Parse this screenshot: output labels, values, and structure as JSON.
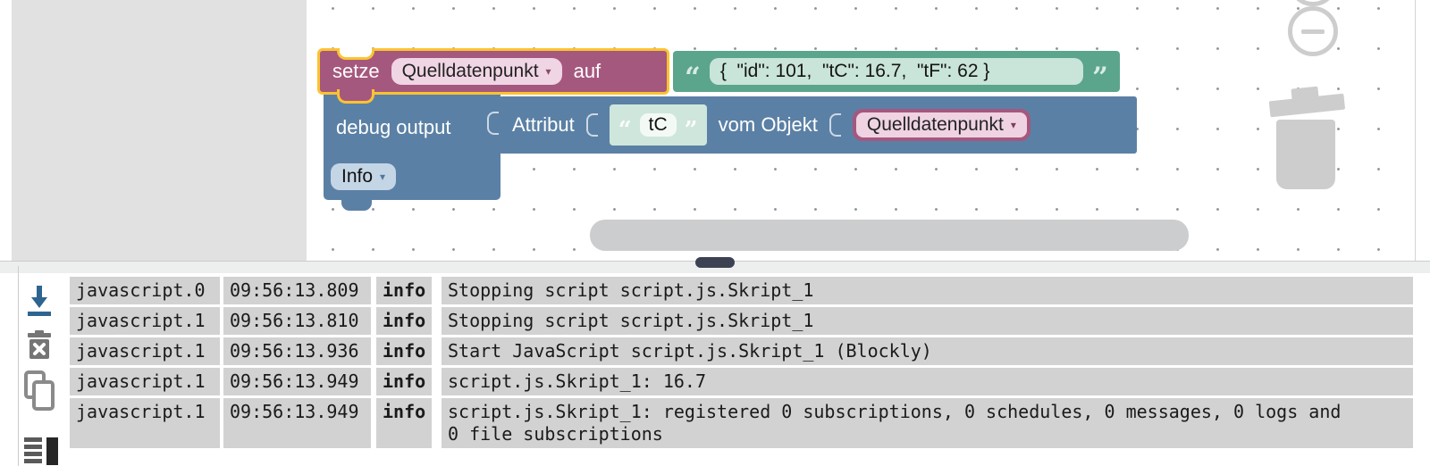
{
  "blockly": {
    "dropdown_arrow": "▾",
    "quotes": {
      "open": "“",
      "close": "”"
    },
    "set_block": {
      "label_set": "setze",
      "variable": "Quelldatenpunkt",
      "label_to": "auf"
    },
    "value_block": {
      "text": "{  \"id\": 101,  \"tC\": 16.7,  \"tF\": 62 }"
    },
    "debug_block": {
      "label": "debug output",
      "level": "Info"
    },
    "attribute_block": {
      "label_attribute": "Attribut",
      "attribute": "tC",
      "label_object": "vom Objekt",
      "variable": "Quelldatenpunkt"
    },
    "colors": {
      "set_block": "#a5587e",
      "selection_outline": "#fcc331",
      "value_block": "#5ba58c",
      "debug_block": "#5b80a5",
      "variable_field": "#f0d5e4",
      "info_field": "#c4d5e6",
      "string_field": "#c9e4d9"
    }
  },
  "log": {
    "rows": [
      {
        "source": "javascript.0",
        "time": "09:56:13.809",
        "severity": "info",
        "message": "Stopping script script.js.Skript_1"
      },
      {
        "source": "javascript.1",
        "time": "09:56:13.810",
        "severity": "info",
        "message": "Stopping script script.js.Skript_1"
      },
      {
        "source": "javascript.1",
        "time": "09:56:13.936",
        "severity": "info",
        "message": "Start JavaScript script.js.Skript_1 (Blockly)"
      },
      {
        "source": "javascript.1",
        "time": "09:56:13.949",
        "severity": "info",
        "message": "script.js.Skript_1: 16.7"
      },
      {
        "source": "javascript.1",
        "time": "09:56:13.949",
        "severity": "info",
        "message": "script.js.Skript_1: registered 0 subscriptions, 0 schedules, 0 messages, 0 logs and 0 file subscriptions"
      }
    ]
  }
}
